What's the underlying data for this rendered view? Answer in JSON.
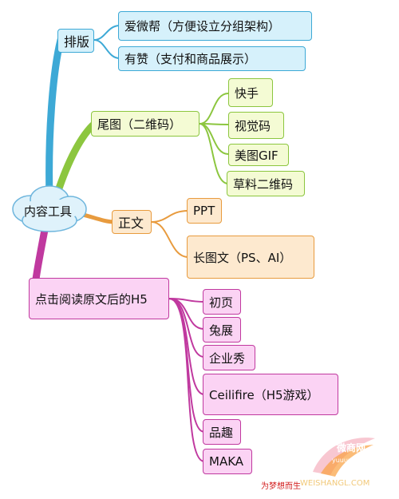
{
  "root": {
    "label": "内容工具"
  },
  "branches": [
    {
      "label": "排版",
      "children": [
        "爱微帮（方便设立分组架构）",
        "有赞（支付和商品展示）"
      ]
    },
    {
      "label": "尾图（二维码）",
      "children": [
        "快手",
        "视觉码",
        "美图GIF",
        "草料二维码"
      ]
    },
    {
      "label": "正文",
      "children": [
        "PPT",
        "长图文（PS、AI）"
      ]
    },
    {
      "label": "点击阅读原文后的H5",
      "children": [
        "初页",
        "兔展",
        "企业秀",
        "Ceilifire（H5游戏）",
        "品趣",
        "MAKA"
      ]
    }
  ],
  "colors": {
    "blue": "#3da9d6",
    "green": "#8cc63f",
    "orange": "#e89b3e",
    "pink": "#c0399f"
  },
  "watermark": {
    "tagline": "为梦想而生",
    "url": "WEISHANGL.COM",
    "logo_text": "微商网",
    "logo_subtext": "yuuuu.com"
  }
}
